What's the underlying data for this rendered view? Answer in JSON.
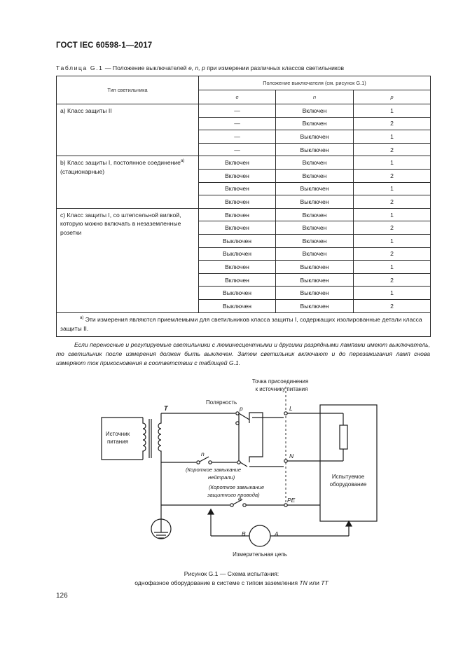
{
  "header": {
    "title": "ГОСТ IEC 60598-1—2017"
  },
  "table": {
    "caption_label": "Таблица G.1",
    "caption_dash": " — Положение выключателей ",
    "caption_vars": "e, n, p",
    "caption_rest": " при измерении различных классов светильников",
    "col_type": "Тип светильника",
    "col_position": "Положение выключателя (см. рисунок G.1)",
    "col_e": "e",
    "col_n": "n",
    "col_p": "p",
    "groups": [
      {
        "type": "а) Класс защиты II",
        "type_sup": "",
        "type_after": "",
        "rows": [
          {
            "e": "—",
            "n": "Включен",
            "p": "1"
          },
          {
            "e": "—",
            "n": "Включен",
            "p": "2"
          },
          {
            "e": "—",
            "n": "Выключен",
            "p": "1"
          },
          {
            "e": "—",
            "n": "Выключен",
            "p": "2"
          }
        ]
      },
      {
        "type": "b) Класс защиты I, постоянное соединение",
        "type_sup": "а)",
        "type_after": " (стационарные)",
        "rows": [
          {
            "e": "Включен",
            "n": "Включен",
            "p": "1"
          },
          {
            "e": "Включен",
            "n": "Включен",
            "p": "2"
          },
          {
            "e": "Включен",
            "n": "Выключен",
            "p": "1"
          },
          {
            "e": "Включен",
            "n": "Выключен",
            "p": "2"
          }
        ]
      },
      {
        "type": "с) Класс защиты I, со штепсельной вилкой, которую можно включать в незаземленные розетки",
        "type_sup": "",
        "type_after": "",
        "rows": [
          {
            "e": "Включен",
            "n": "Включен",
            "p": "1"
          },
          {
            "e": "Включен",
            "n": "Включен",
            "p": "2"
          },
          {
            "e": "Выключен",
            "n": "Включен",
            "p": "1"
          },
          {
            "e": "Выключен",
            "n": "Включен",
            "p": "2"
          },
          {
            "e": "Включен",
            "n": "Выключен",
            "p": "1"
          },
          {
            "e": "Включен",
            "n": "Выключен",
            "p": "2"
          },
          {
            "e": "Выключен",
            "n": "Выключен",
            "p": "1"
          },
          {
            "e": "Выключен",
            "n": "Выключен",
            "p": "2"
          }
        ]
      }
    ],
    "footnote_sup": "а)",
    "footnote": " Эти измерения являются приемлемыми для светильников класса защиты I, содержащих изолированные детали класса защиты II."
  },
  "paragraph": "Если переносные и регулируемые светильники с люминесцентными и другими разрядными лампами имеют выключатель, то светильник после измерения должен быть выключен. Затем светильник включают и до перезажигания ламп снова измеряют ток прикосновения в соответствии с таблицей G.1.",
  "diagram": {
    "label_T": "T",
    "source": [
      "Источник",
      "питания"
    ],
    "connection_point": [
      "Точка присоединения",
      "к источнику питания"
    ],
    "polarity": "Полярность",
    "p": "p",
    "L": "L",
    "n": "n",
    "N": "N",
    "neutral_short": [
      "(Короткое замыкание",
      "нейтрали)"
    ],
    "pe_short": [
      "(Короткое замыкание",
      "защитного провода)"
    ],
    "e": "e",
    "PE": "PE",
    "equipment": [
      "Испытуемое",
      "оборудование"
    ],
    "B": "B",
    "A": "A",
    "measuring": "Измерительная цепь"
  },
  "figure": {
    "caption_line1": "Рисунок G.1 — Схема испытания:",
    "caption_line2_pre": "однофазное оборудование в системе с типом заземления ",
    "caption_tn": "TN",
    "caption_or": " или ",
    "caption_tt": "TT"
  },
  "page_number": "126"
}
